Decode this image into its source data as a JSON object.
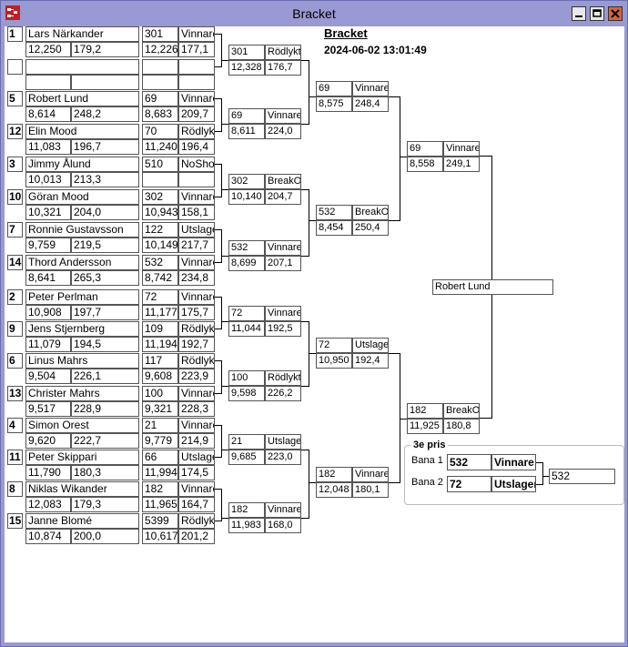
{
  "window": {
    "title": "Bracket"
  },
  "header": {
    "title": "Bracket",
    "timestamp": "2024-06-02 13:01:49"
  },
  "colors": {
    "titlebar": "#9999d4",
    "close": "#d8643a"
  },
  "round1": [
    {
      "seed": "1",
      "name": "Lars Närkander",
      "score": "12,250",
      "avg": "179,2",
      "lane": "301",
      "result": "Vinnare",
      "lscore": "12,226",
      "lavg": "177,1"
    },
    {
      "seed": "",
      "name": "",
      "score": "",
      "avg": "",
      "lane": "",
      "result": "",
      "lscore": "",
      "lavg": ""
    },
    {
      "seed": "5",
      "name": "Robert Lund",
      "score": "8,614",
      "avg": "248,2",
      "lane": "69",
      "result": "Vinnare",
      "lscore": "8,683",
      "lavg": "209,7"
    },
    {
      "seed": "12",
      "name": "Elin Mood",
      "score": "11,083",
      "avg": "196,7",
      "lane": "70",
      "result": "Rödlyktan",
      "lscore": "11,240",
      "lavg": "196,4"
    },
    {
      "seed": "3",
      "name": "Jimmy Ålund",
      "score": "10,013",
      "avg": "213,3",
      "lane": "510",
      "result": "NoShow",
      "lscore": "",
      "lavg": ""
    },
    {
      "seed": "10",
      "name": "Göran Mood",
      "score": "10,321",
      "avg": "204,0",
      "lane": "302",
      "result": "Vinnare",
      "lscore": "10,943",
      "lavg": "158,1"
    },
    {
      "seed": "7",
      "name": "Ronnie Gustavsson",
      "score": "9,759",
      "avg": "219,5",
      "lane": "122",
      "result": "Utslagen",
      "lscore": "10,149",
      "lavg": "217,7"
    },
    {
      "seed": "14",
      "name": "Thord Andersson",
      "score": "8,641",
      "avg": "265,3",
      "lane": "532",
      "result": "Vinnare",
      "lscore": "8,742",
      "lavg": "234,8"
    },
    {
      "seed": "2",
      "name": "Peter Perlman",
      "score": "10,908",
      "avg": "197,7",
      "lane": "72",
      "result": "Vinnare",
      "lscore": "11,177",
      "lavg": "175,7"
    },
    {
      "seed": "9",
      "name": "Jens Stjernberg",
      "score": "11,079",
      "avg": "194,5",
      "lane": "109",
      "result": "Rödlyktan",
      "lscore": "11,194",
      "lavg": "192,7"
    },
    {
      "seed": "6",
      "name": "Linus Mahrs",
      "score": "9,504",
      "avg": "226,1",
      "lane": "117",
      "result": "Rödlyktan",
      "lscore": "9,608",
      "lavg": "223,9"
    },
    {
      "seed": "13",
      "name": "Christer Mahrs",
      "score": "9,517",
      "avg": "228,9",
      "lane": "100",
      "result": "Vinnare",
      "lscore": "9,321",
      "lavg": "228,3"
    },
    {
      "seed": "4",
      "name": "Simon Orest",
      "score": "9,620",
      "avg": "222,7",
      "lane": "21",
      "result": "Vinnare",
      "lscore": "9,779",
      "lavg": "214,9"
    },
    {
      "seed": "11",
      "name": "Peter Skippari",
      "score": "11,790",
      "avg": "180,3",
      "lane": "66",
      "result": "Utslagen",
      "lscore": "11,994",
      "lavg": "174,5"
    },
    {
      "seed": "8",
      "name": "Niklas Wikander",
      "score": "12,083",
      "avg": "179,3",
      "lane": "182",
      "result": "Vinnare",
      "lscore": "11,965",
      "lavg": "164,7"
    },
    {
      "seed": "15",
      "name": "Janne Blomé",
      "score": "10,874",
      "avg": "200,0",
      "lane": "5399",
      "result": "Rödlyktan",
      "lscore": "10,617",
      "lavg": "201,2"
    }
  ],
  "round2": [
    {
      "lane": "301",
      "result": "Rödlyktan",
      "score": "12,328",
      "avg": "176,7"
    },
    {
      "lane": "69",
      "result": "Vinnare",
      "score": "8,611",
      "avg": "224,0"
    },
    {
      "lane": "302",
      "result": "BreakOut",
      "score": "10,140",
      "avg": "204,7"
    },
    {
      "lane": "532",
      "result": "Vinnare",
      "score": "8,699",
      "avg": "207,1"
    },
    {
      "lane": "72",
      "result": "Vinnare",
      "score": "11,044",
      "avg": "192,5"
    },
    {
      "lane": "100",
      "result": "Rödlyktan",
      "score": "9,598",
      "avg": "226,2"
    },
    {
      "lane": "21",
      "result": "Utslagen",
      "score": "9,685",
      "avg": "223,0"
    },
    {
      "lane": "182",
      "result": "Vinnare",
      "score": "11,983",
      "avg": "168,0"
    }
  ],
  "round3": [
    {
      "lane": "69",
      "result": "Vinnare",
      "score": "8,575",
      "avg": "248,4"
    },
    {
      "lane": "532",
      "result": "BreakOut",
      "score": "8,454",
      "avg": "250,4"
    },
    {
      "lane": "72",
      "result": "Utslagen",
      "score": "10,950",
      "avg": "192,4"
    },
    {
      "lane": "182",
      "result": "Vinnare",
      "score": "12,048",
      "avg": "180,1"
    }
  ],
  "round4": [
    {
      "lane": "69",
      "result": "Vinnare",
      "score": "8,558",
      "avg": "249,1"
    },
    {
      "lane": "182",
      "result": "BreakOut",
      "score": "11,925",
      "avg": "180,8"
    }
  ],
  "winner": {
    "name": "Robert Lund"
  },
  "third_place": {
    "label": "3e pris",
    "lanes": [
      {
        "label": "Bana 1",
        "lane": "532",
        "result": "Vinnare"
      },
      {
        "label": "Bana 2",
        "lane": "72",
        "result": "Utslagen"
      }
    ],
    "winner": "532"
  }
}
